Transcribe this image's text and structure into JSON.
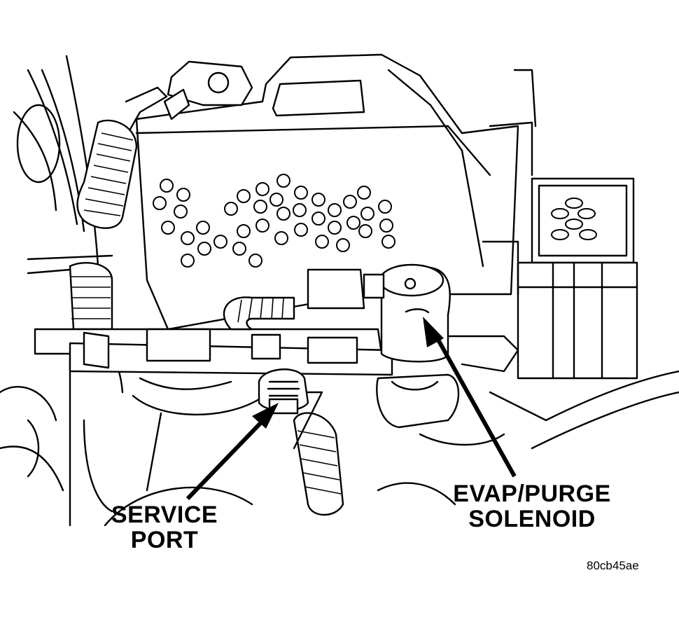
{
  "labels": {
    "service_port_line1": "SERVICE",
    "service_port_line2": "PORT",
    "evap_line1": "EVAP/PURGE",
    "evap_line2": "SOLENOID"
  },
  "figure_code": "80cb45ae"
}
